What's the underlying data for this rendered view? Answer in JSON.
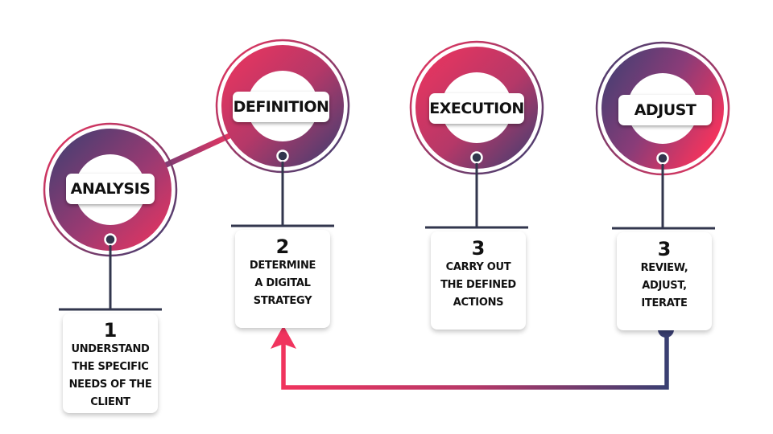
{
  "colors": {
    "pink": "#f0345e",
    "navy": "#3a3f72",
    "dark": "#32364d",
    "violet": "#8a3c78"
  },
  "steps": [
    {
      "label": "ANALYSIS",
      "number": "1",
      "description": "UNDERSTAND\nTHE SPECIFIC\nNEEDS OF THE\nCLIENT"
    },
    {
      "label": "DEFINITION",
      "number": "2",
      "description": "DETERMINE\nA DIGITAL\nSTRATEGY"
    },
    {
      "label": "EXECUTION",
      "number": "3",
      "description": "CARRY OUT\nTHE DEFINED\nACTIONS"
    },
    {
      "label": "ADJUST",
      "number": "3",
      "description": "REVIEW,\nADJUST,\nITERATE"
    }
  ]
}
